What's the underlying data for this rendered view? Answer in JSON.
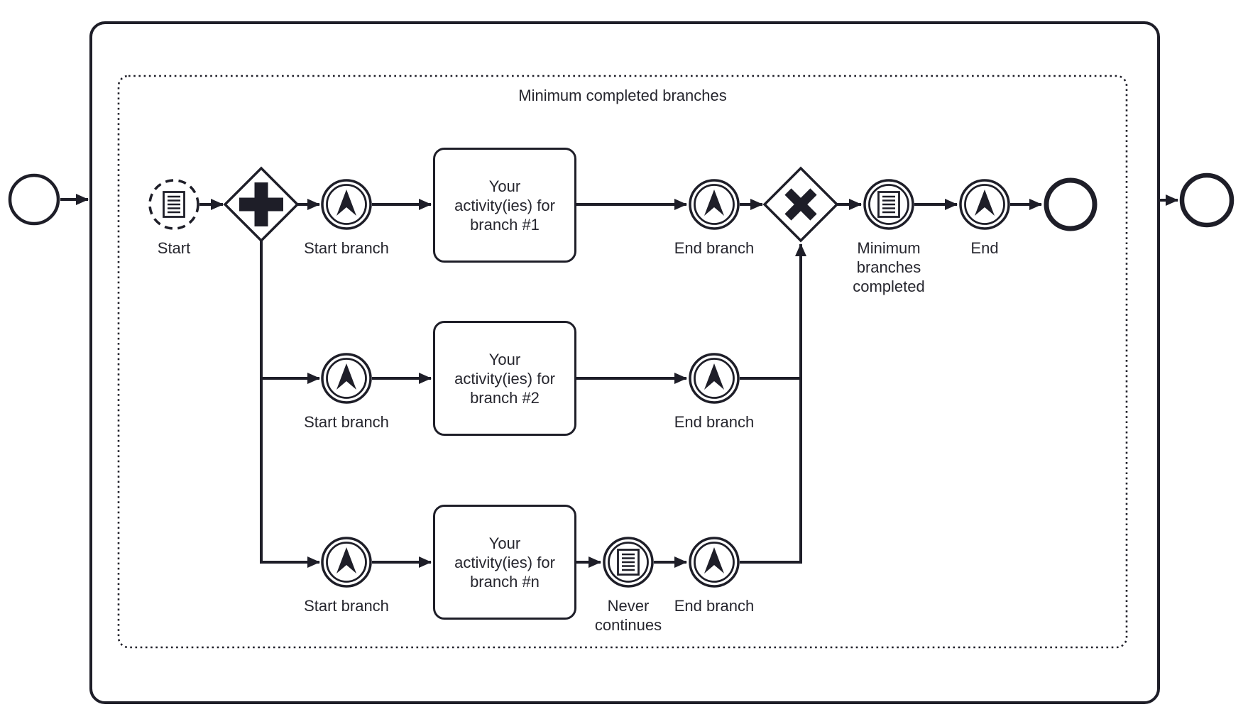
{
  "title": "Minimum completed branches",
  "colors": {
    "stroke": "#1e1e28",
    "text": "#26262e",
    "background": "#ffffff"
  },
  "labels": {
    "start": "Start",
    "start_branch": "Start branch",
    "end_branch": "End branch",
    "never_continues": "Never\ncontinues",
    "minimum_branches_completed": "Minimum\nbranches\ncompleted",
    "end": "End"
  },
  "activities": {
    "branch1": "Your\nactivity(ies) for\nbranch #1",
    "branch2": "Your\nactivity(ies) for\nbranch #2",
    "branchN": "Your\nactivity(ies) for\nbranch #n"
  },
  "icons": {
    "conditional_event": "lined-document-icon",
    "escalation_event": "escalation-arrow-icon",
    "parallel_gateway": "plus-icon",
    "exclusive_gateway": "x-icon"
  }
}
